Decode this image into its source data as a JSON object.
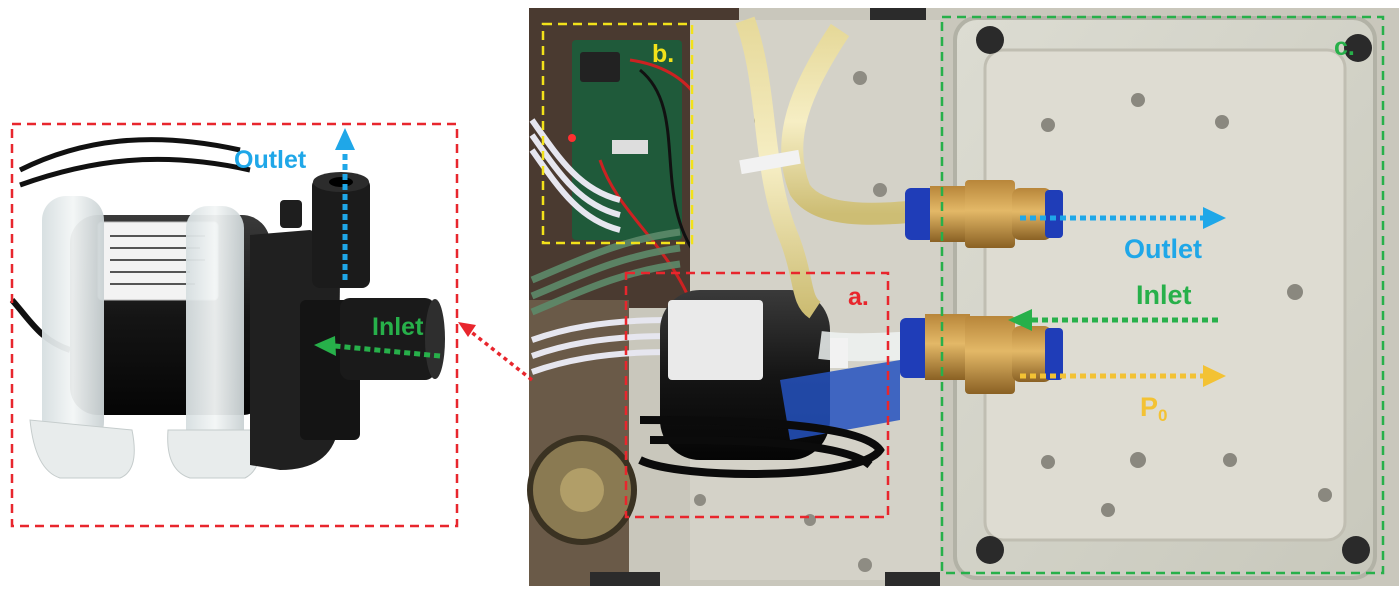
{
  "colors": {
    "outlet": "#1fa7e8",
    "inlet": "#27b04a",
    "pressure": "#f3c234",
    "box_a": "#e8262d",
    "box_b": "#f2e21a",
    "box_c": "#27b04a"
  },
  "labels": {
    "left_outlet": "Outlet",
    "left_inlet": "Inlet",
    "box_a": "a.",
    "box_b": "b.",
    "box_c": "c.",
    "right_outlet": "Outlet",
    "right_inlet": "Inlet",
    "pressure_main": "P",
    "pressure_sub": "0"
  }
}
